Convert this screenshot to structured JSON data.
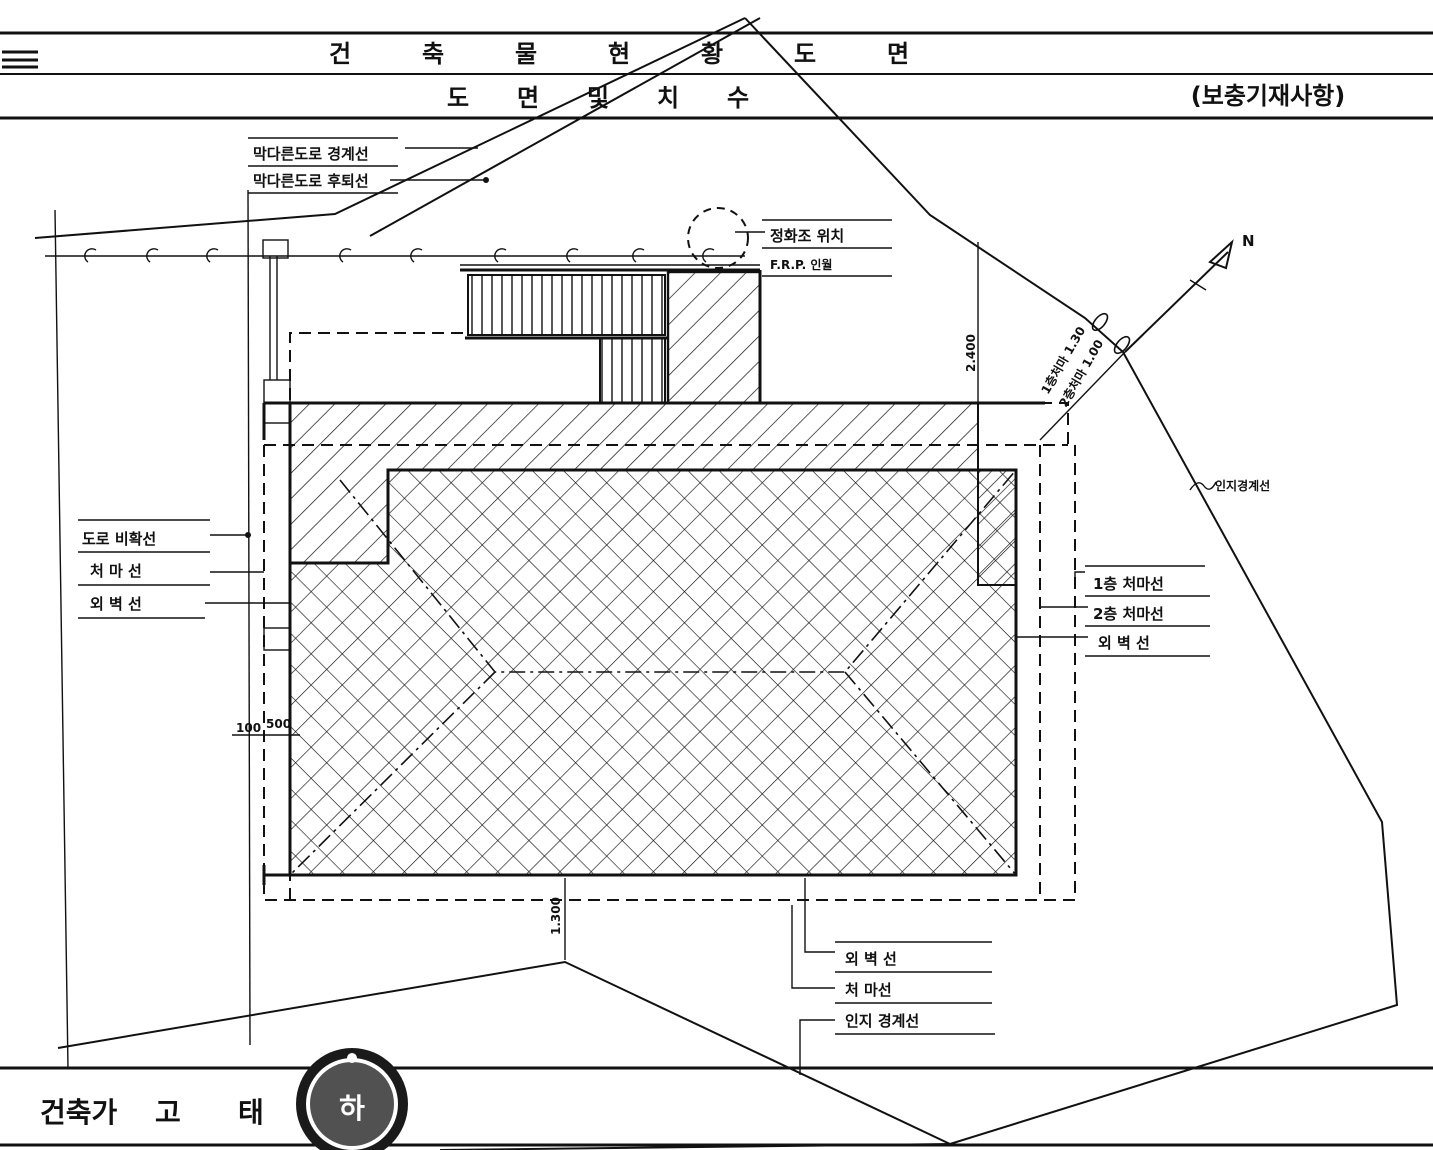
{
  "header": {
    "title_chars": [
      "건",
      "축",
      "물",
      "현",
      "황",
      "도",
      "면"
    ],
    "subtitle_chars": [
      "도",
      "면",
      "및",
      "치",
      "수"
    ],
    "supplement_note": "(보충기재사항)"
  },
  "labels": {
    "road_boundary": "막다른도로 경계선",
    "road_setback": "막다른도로 후퇴선",
    "septic_location": "정화조 위치",
    "frp_type": "F.R.P. 인월",
    "road_widening": "도로 비확선",
    "eave_line_left": "처 마 선",
    "outer_wall_left": "외 벽 선",
    "floor1_eave": "1층 처마선",
    "floor2_eave": "2층 처마선",
    "outer_wall_right": "외 벽 선",
    "outer_wall_bottom": "외 벽 선",
    "eave_line_bottom": "처 마선",
    "site_boundary_bottom": "인지 경계선",
    "site_boundary_right": "인지경계선",
    "floor1_eave_dim": "1층처마 1.30",
    "floor2_eave_dim": "2층처마 1.00",
    "north": "N"
  },
  "dimensions": {
    "right_vertical": "2.400",
    "left_small": "100",
    "left_small2": "500",
    "bottom_vertical": "1.300"
  },
  "footer": {
    "role": "건축가",
    "name_char1": "고",
    "name_char2": "태",
    "seal_char": "하"
  }
}
